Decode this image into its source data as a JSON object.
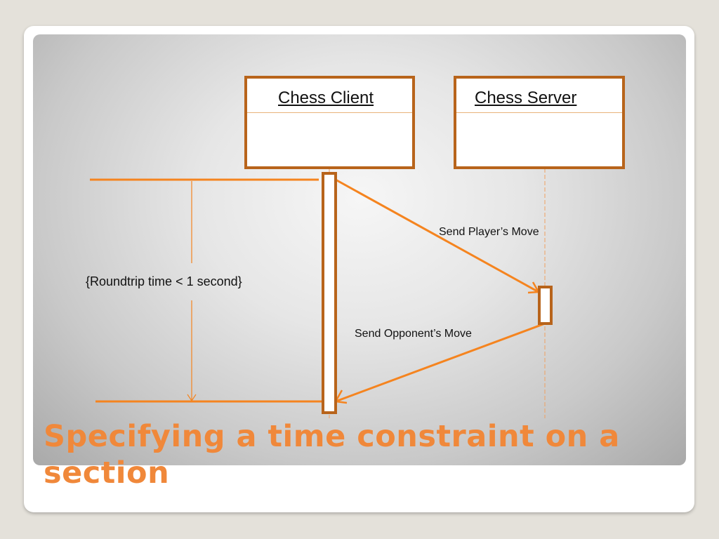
{
  "slide": {
    "title": "Specifying a time constraint on a section"
  },
  "diagram": {
    "lifelines": [
      {
        "name": "Chess Client"
      },
      {
        "name": "Chess Server"
      }
    ],
    "messages": [
      {
        "label": "Send  Player’s Move",
        "from": "Chess Client",
        "to": "Chess Server"
      },
      {
        "label": "Send Opponent’s Move",
        "from": "Chess Server",
        "to": "Chess Client"
      }
    ],
    "constraint": "{Roundtrip time < 1 second}"
  },
  "colors": {
    "accent": "#f0883a",
    "line": "#f5841f",
    "box_border": "#b8641b",
    "lifeline_dash": "#f0a060"
  }
}
